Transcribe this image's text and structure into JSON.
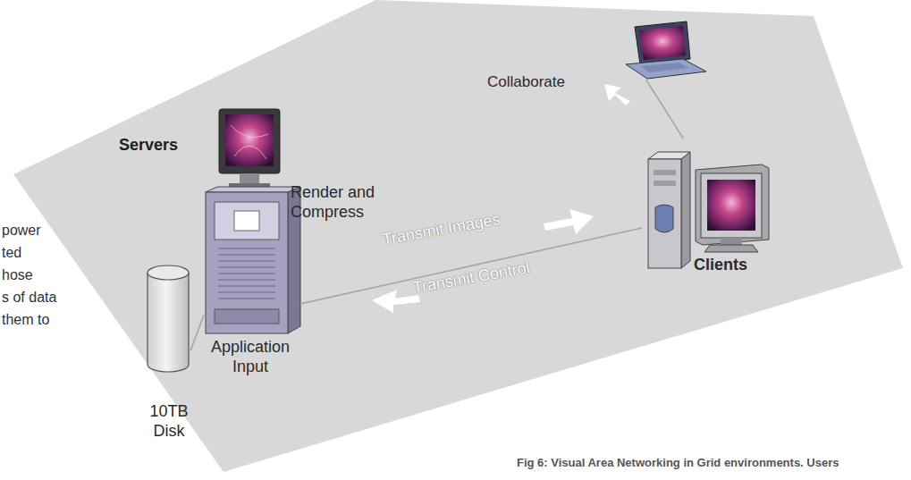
{
  "diagram": {
    "caption": "Fig 6: Visual Area Networking in Grid environments. Users",
    "nodes": [
      {
        "text": [
          "10TB Disk"
        ]
      },
      {
        "text": [
          "Render and Compress",
          "Application Input"
        ]
      },
      {
        "text": [
          "Clients"
        ]
      },
      {
        "text": [
          "Collaborate"
        ]
      }
    ],
    "edges": [
      {
        "from": 0,
        "to": 1,
        "arrow": "none"
      },
      {
        "from": 1,
        "to": 2,
        "arrow": "none"
      },
      {
        "from": 2,
        "to": 3,
        "arrow": "none"
      }
    ],
    "labels": [
      "Servers",
      "Transmit Images",
      "Transmit Control",
      "power",
      "ted",
      "hose",
      "s of data",
      "them to"
    ]
  }
}
